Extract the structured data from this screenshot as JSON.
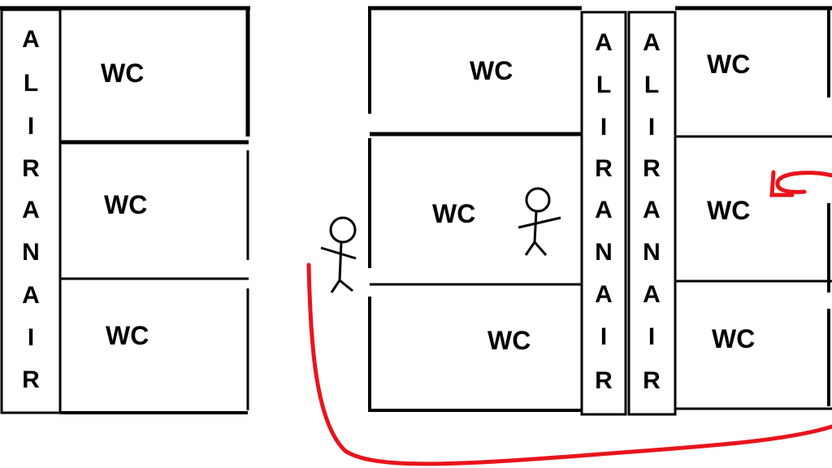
{
  "colors": {
    "walls": "#000000",
    "path": "#e8141c"
  },
  "left_block": {
    "corridor": [
      "A",
      "L",
      "I",
      "R",
      "A",
      "N",
      "A",
      "I",
      "R"
    ],
    "rooms": [
      "WC",
      "WC",
      "WC"
    ]
  },
  "middle_block": {
    "rooms": [
      "WC",
      "WC",
      "WC"
    ],
    "corridor": [
      "A",
      "L",
      "I",
      "R",
      "A",
      "N",
      "A",
      "I",
      "R"
    ]
  },
  "right_block": {
    "corridor": [
      "A",
      "L",
      "I",
      "R",
      "A",
      "N",
      "A",
      "I",
      "R"
    ],
    "rooms": [
      "WC",
      "WC",
      "WC"
    ]
  }
}
